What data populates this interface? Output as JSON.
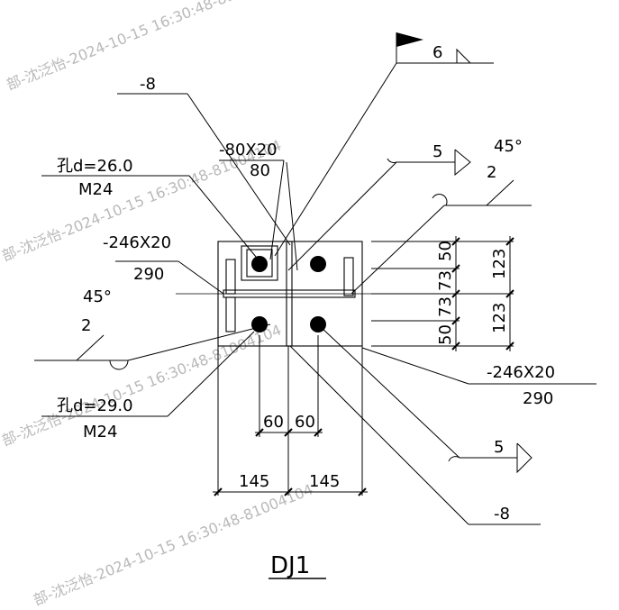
{
  "drawing": {
    "title": "DJ1",
    "labels": {
      "weld_top": "6",
      "plate_top_left": "-8",
      "stiffener_top": "-80X20",
      "stiffener_top_len": "80",
      "hole_top": "孔d=26.0",
      "bolt_top": "M24",
      "plate_left": "-246X20",
      "plate_left_len": "290",
      "angle_left": "45°",
      "angle_left_n": "2",
      "hole_bottom": "孔d=29.0",
      "bolt_bottom": "M24",
      "weld_right_top": "5",
      "angle_right": "45°",
      "angle_right_n": "2",
      "plate_right": "-246X20",
      "plate_right_len": "290",
      "weld_right_bottom": "5",
      "plate_bottom_right": "-8"
    },
    "dimensions": {
      "spacing_bottom_a": "60",
      "spacing_bottom_b": "60",
      "width_left": "145",
      "width_right": "145",
      "right_50_top": "50",
      "right_73_top": "73",
      "right_73_bottom": "73",
      "right_50_bottom": "50",
      "right_123_top": "123",
      "right_123_bottom": "123"
    },
    "watermark": "部-沈泛怡-2024-10-15 16:30:48-81004104"
  }
}
